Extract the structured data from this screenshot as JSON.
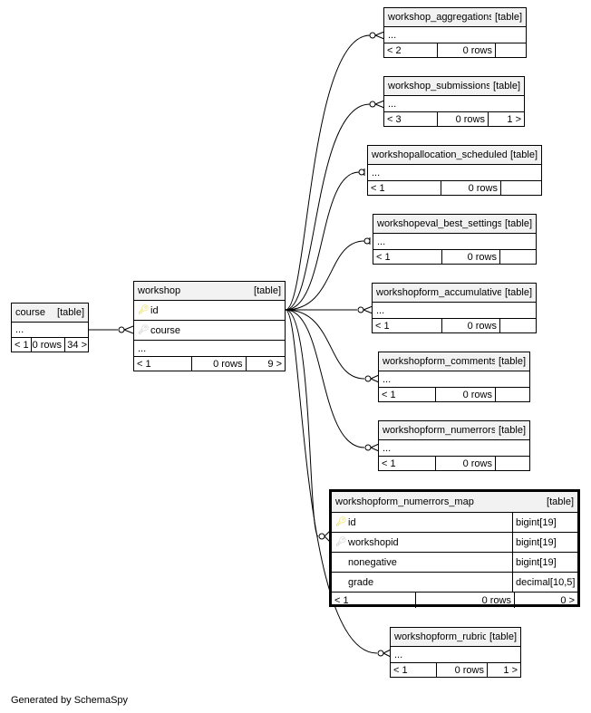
{
  "footer_text": "Generated by SchemaSpy",
  "tables": {
    "course": {
      "name": "course",
      "type": "[table]",
      "ellipsis": "...",
      "parents": "< 1",
      "rows": "0 rows",
      "children": "34 >"
    },
    "workshop": {
      "name": "workshop",
      "type": "[table]",
      "col_id": "id",
      "col_course": "course",
      "ellipsis": "...",
      "parents": "< 1",
      "rows": "0 rows",
      "children": "9 >"
    },
    "workshop_aggregations": {
      "name": "workshop_aggregations",
      "type": "[table]",
      "ellipsis": "...",
      "parents": "< 2",
      "rows": "0 rows",
      "children": ""
    },
    "workshop_submissions": {
      "name": "workshop_submissions",
      "type": "[table]",
      "ellipsis": "...",
      "parents": "< 3",
      "rows": "0 rows",
      "children": "1 >"
    },
    "workshopallocation_scheduled": {
      "name": "workshopallocation_scheduled",
      "type": "[table]",
      "ellipsis": "...",
      "parents": "< 1",
      "rows": "0 rows",
      "children": ""
    },
    "workshopeval_best_settings": {
      "name": "workshopeval_best_settings",
      "type": "[table]",
      "ellipsis": "...",
      "parents": "< 1",
      "rows": "0 rows",
      "children": ""
    },
    "workshopform_accumulative": {
      "name": "workshopform_accumulative",
      "type": "[table]",
      "ellipsis": "...",
      "parents": "< 1",
      "rows": "0 rows",
      "children": ""
    },
    "workshopform_comments": {
      "name": "workshopform_comments",
      "type": "[table]",
      "ellipsis": "...",
      "parents": "< 1",
      "rows": "0 rows",
      "children": ""
    },
    "workshopform_numerrors": {
      "name": "workshopform_numerrors",
      "type": "[table]",
      "ellipsis": "...",
      "parents": "< 1",
      "rows": "0 rows",
      "children": ""
    },
    "workshopform_numerrors_map": {
      "name": "workshopform_numerrors_map",
      "type": "[table]",
      "columns": [
        {
          "name": "id",
          "type": "bigint[19]",
          "key": "pk"
        },
        {
          "name": "workshopid",
          "type": "bigint[19]",
          "key": "fk"
        },
        {
          "name": "nonegative",
          "type": "bigint[19]",
          "key": ""
        },
        {
          "name": "grade",
          "type": "decimal[10,5]",
          "key": ""
        }
      ],
      "parents": "< 1",
      "rows": "0 rows",
      "children": "0 >"
    },
    "workshopform_rubric": {
      "name": "workshopform_rubric",
      "type": "[table]",
      "ellipsis": "...",
      "parents": "< 1",
      "rows": "0 rows",
      "children": "1 >"
    }
  }
}
